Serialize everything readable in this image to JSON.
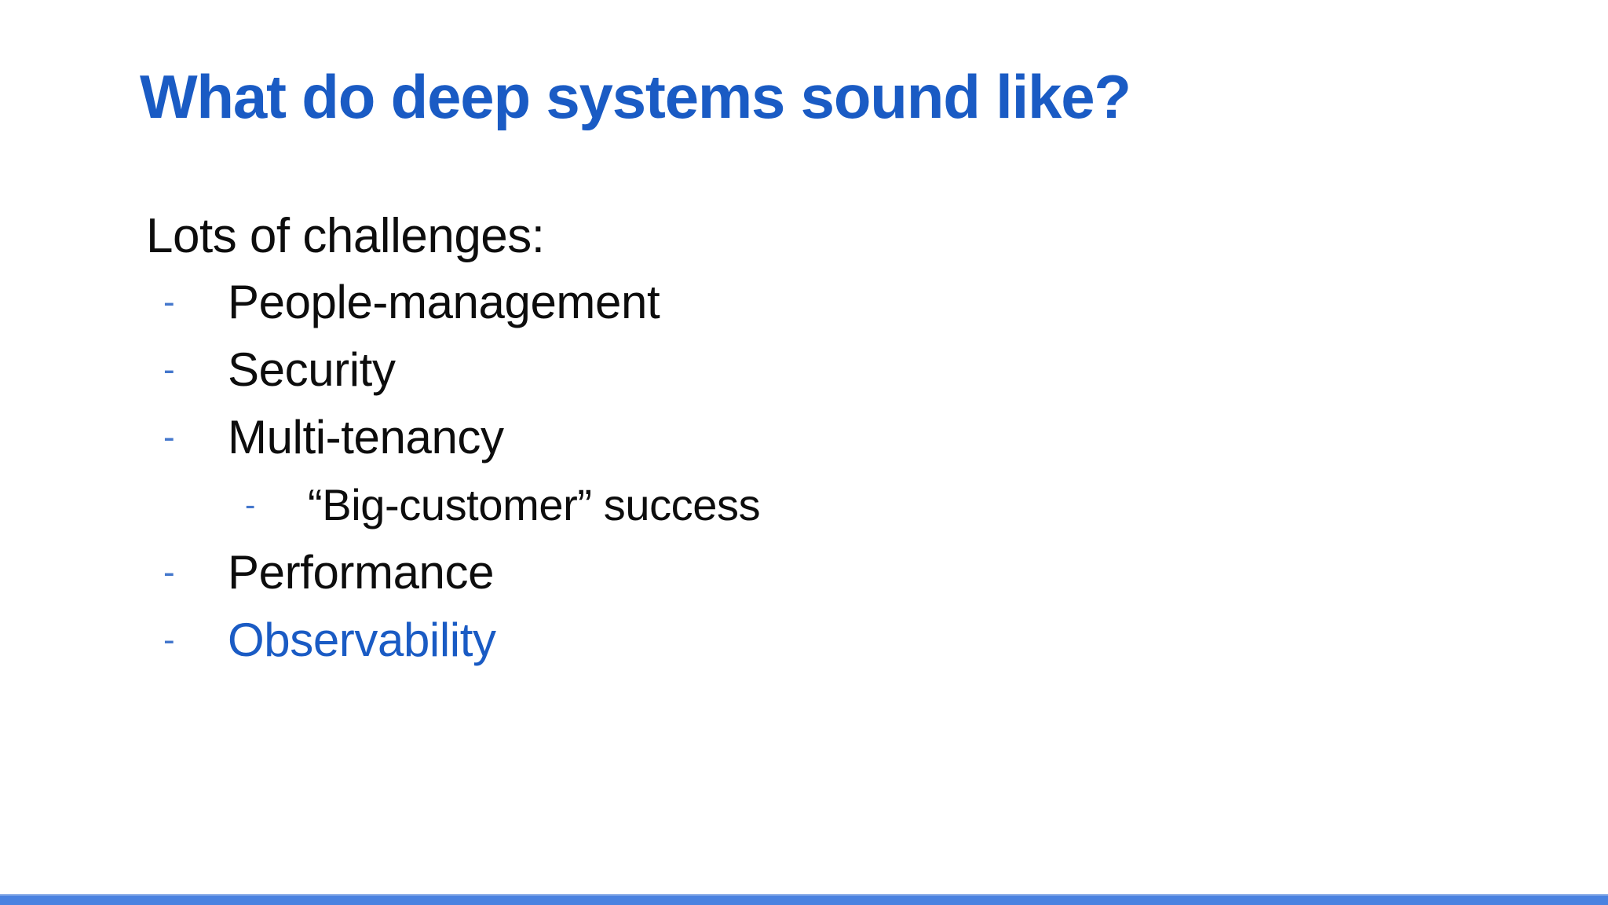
{
  "slide": {
    "title": "What do deep systems sound like?",
    "lead": "Lots of challenges:",
    "bullet_marker": "-",
    "bullets": [
      {
        "level": 1,
        "text": "People-management",
        "accent": false
      },
      {
        "level": 1,
        "text": "Security",
        "accent": false
      },
      {
        "level": 1,
        "text": "Multi-tenancy",
        "accent": false
      },
      {
        "level": 2,
        "text": "“Big-customer” success",
        "accent": false
      },
      {
        "level": 1,
        "text": "Performance",
        "accent": false
      },
      {
        "level": 1,
        "text": "Observability",
        "accent": true
      }
    ]
  },
  "colors": {
    "title_blue": "#1A5BC4",
    "accent_blue": "#1A5BC4",
    "dash_blue": "#4477CC",
    "body_black": "#0D0D0D",
    "bottom_bar": "#4A82E0",
    "bottom_bar_hairline": "#8FB0E8",
    "background": "#FFFFFF"
  }
}
